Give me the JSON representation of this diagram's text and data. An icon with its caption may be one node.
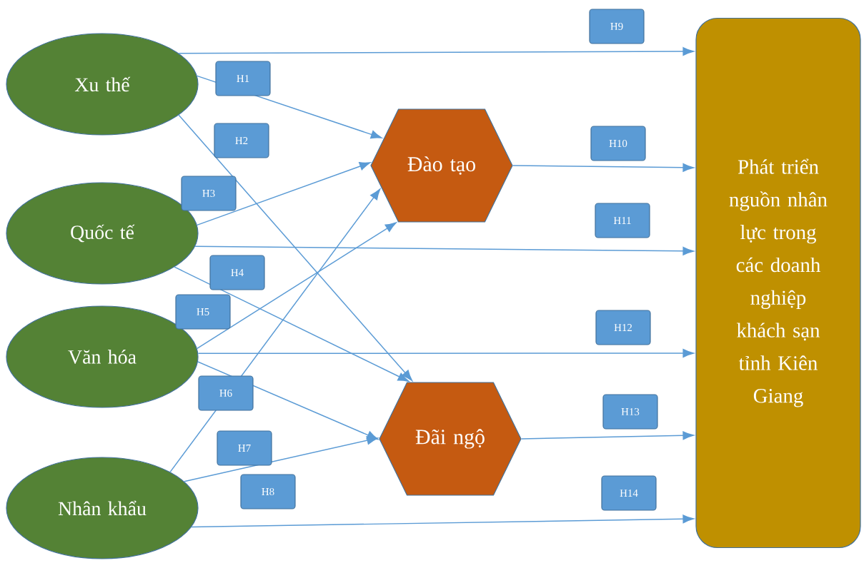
{
  "diagram": {
    "nodes": [
      {
        "text": [
          "Xu thế"
        ]
      },
      {
        "text": [
          "Quốc tế"
        ]
      },
      {
        "text": [
          "Văn hóa"
        ]
      },
      {
        "text": [
          "Nhân khẩu"
        ]
      },
      {
        "text": [
          "Đào tạo"
        ]
      },
      {
        "text": [
          "Đãi ngộ"
        ]
      },
      {
        "text": [
          "Phát triển nguồn nhân lực trong các doanh nghiệp khách sạn tỉnh Kiên Giang"
        ]
      }
    ],
    "edges": [
      {
        "from": 0,
        "to": 4,
        "arrow": "to",
        "label": "H1"
      },
      {
        "from": 0,
        "to": 5,
        "arrow": "to",
        "label": "H2"
      },
      {
        "from": 1,
        "to": 4,
        "arrow": "to",
        "label": "H3"
      },
      {
        "from": 1,
        "to": 5,
        "arrow": "to",
        "label": "H4"
      },
      {
        "from": 2,
        "to": 4,
        "arrow": "to",
        "label": "H5"
      },
      {
        "from": 2,
        "to": 5,
        "arrow": "to",
        "label": "H6"
      },
      {
        "from": 3,
        "to": 4,
        "arrow": "to",
        "label": "H7"
      },
      {
        "from": 3,
        "to": 5,
        "arrow": "to",
        "label": "H8"
      },
      {
        "from": 0,
        "to": 6,
        "arrow": "to",
        "label": "H9"
      },
      {
        "from": 4,
        "to": 6,
        "arrow": "to",
        "label": "H10"
      },
      {
        "from": 1,
        "to": 6,
        "arrow": "to",
        "label": "H11"
      },
      {
        "from": 2,
        "to": 6,
        "arrow": "to",
        "label": "H12"
      },
      {
        "from": 5,
        "to": 6,
        "arrow": "to",
        "label": "H13"
      },
      {
        "from": 3,
        "to": 6,
        "arrow": "to",
        "label": "H14"
      }
    ]
  }
}
